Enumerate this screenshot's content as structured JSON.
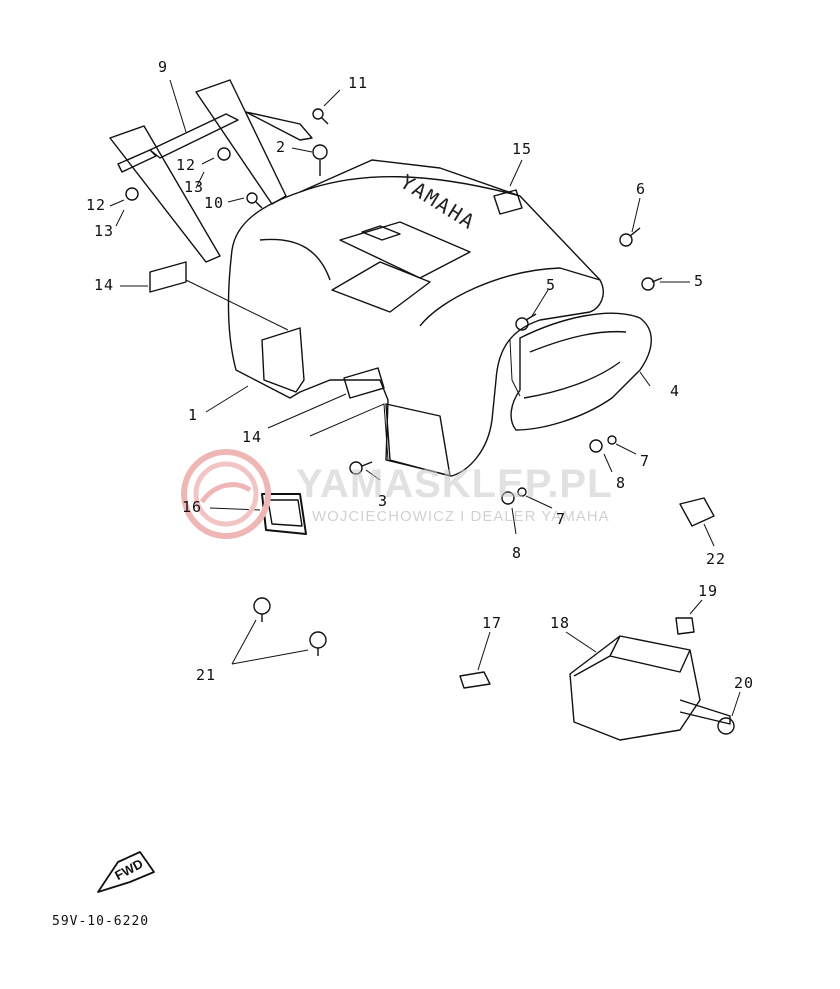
{
  "callouts": [
    {
      "id": "c9",
      "text": "9"
    },
    {
      "id": "c11",
      "text": "11"
    },
    {
      "id": "c2",
      "text": "2"
    },
    {
      "id": "c12a",
      "text": "12"
    },
    {
      "id": "c13a",
      "text": "13"
    },
    {
      "id": "c12b",
      "text": "12"
    },
    {
      "id": "c13b",
      "text": "13"
    },
    {
      "id": "c10",
      "text": "10"
    },
    {
      "id": "c15",
      "text": "15"
    },
    {
      "id": "c6",
      "text": "6"
    },
    {
      "id": "c14a",
      "text": "14"
    },
    {
      "id": "c5a",
      "text": "5"
    },
    {
      "id": "c5b",
      "text": "5"
    },
    {
      "id": "c4",
      "text": "4"
    },
    {
      "id": "c1",
      "text": "1"
    },
    {
      "id": "c14b",
      "text": "14"
    },
    {
      "id": "c7a",
      "text": "7"
    },
    {
      "id": "c8a",
      "text": "8"
    },
    {
      "id": "c16",
      "text": "16"
    },
    {
      "id": "c3",
      "text": "3"
    },
    {
      "id": "c7b",
      "text": "7"
    },
    {
      "id": "c8b",
      "text": "8"
    },
    {
      "id": "c22",
      "text": "22"
    },
    {
      "id": "c19",
      "text": "19"
    },
    {
      "id": "c17",
      "text": "17"
    },
    {
      "id": "c18",
      "text": "18"
    },
    {
      "id": "c21",
      "text": "21"
    },
    {
      "id": "c20",
      "text": "20"
    }
  ],
  "fender_lettering": "YAMAHA",
  "watermark": {
    "main": "YAMASKLEP.PL",
    "sub": "WOJCIECHOWICZ I DEALER YAMAHA",
    "accent_color": "#e8a0a0"
  },
  "fwd_label": "FWD",
  "diagram_code": "59V-10-6220"
}
